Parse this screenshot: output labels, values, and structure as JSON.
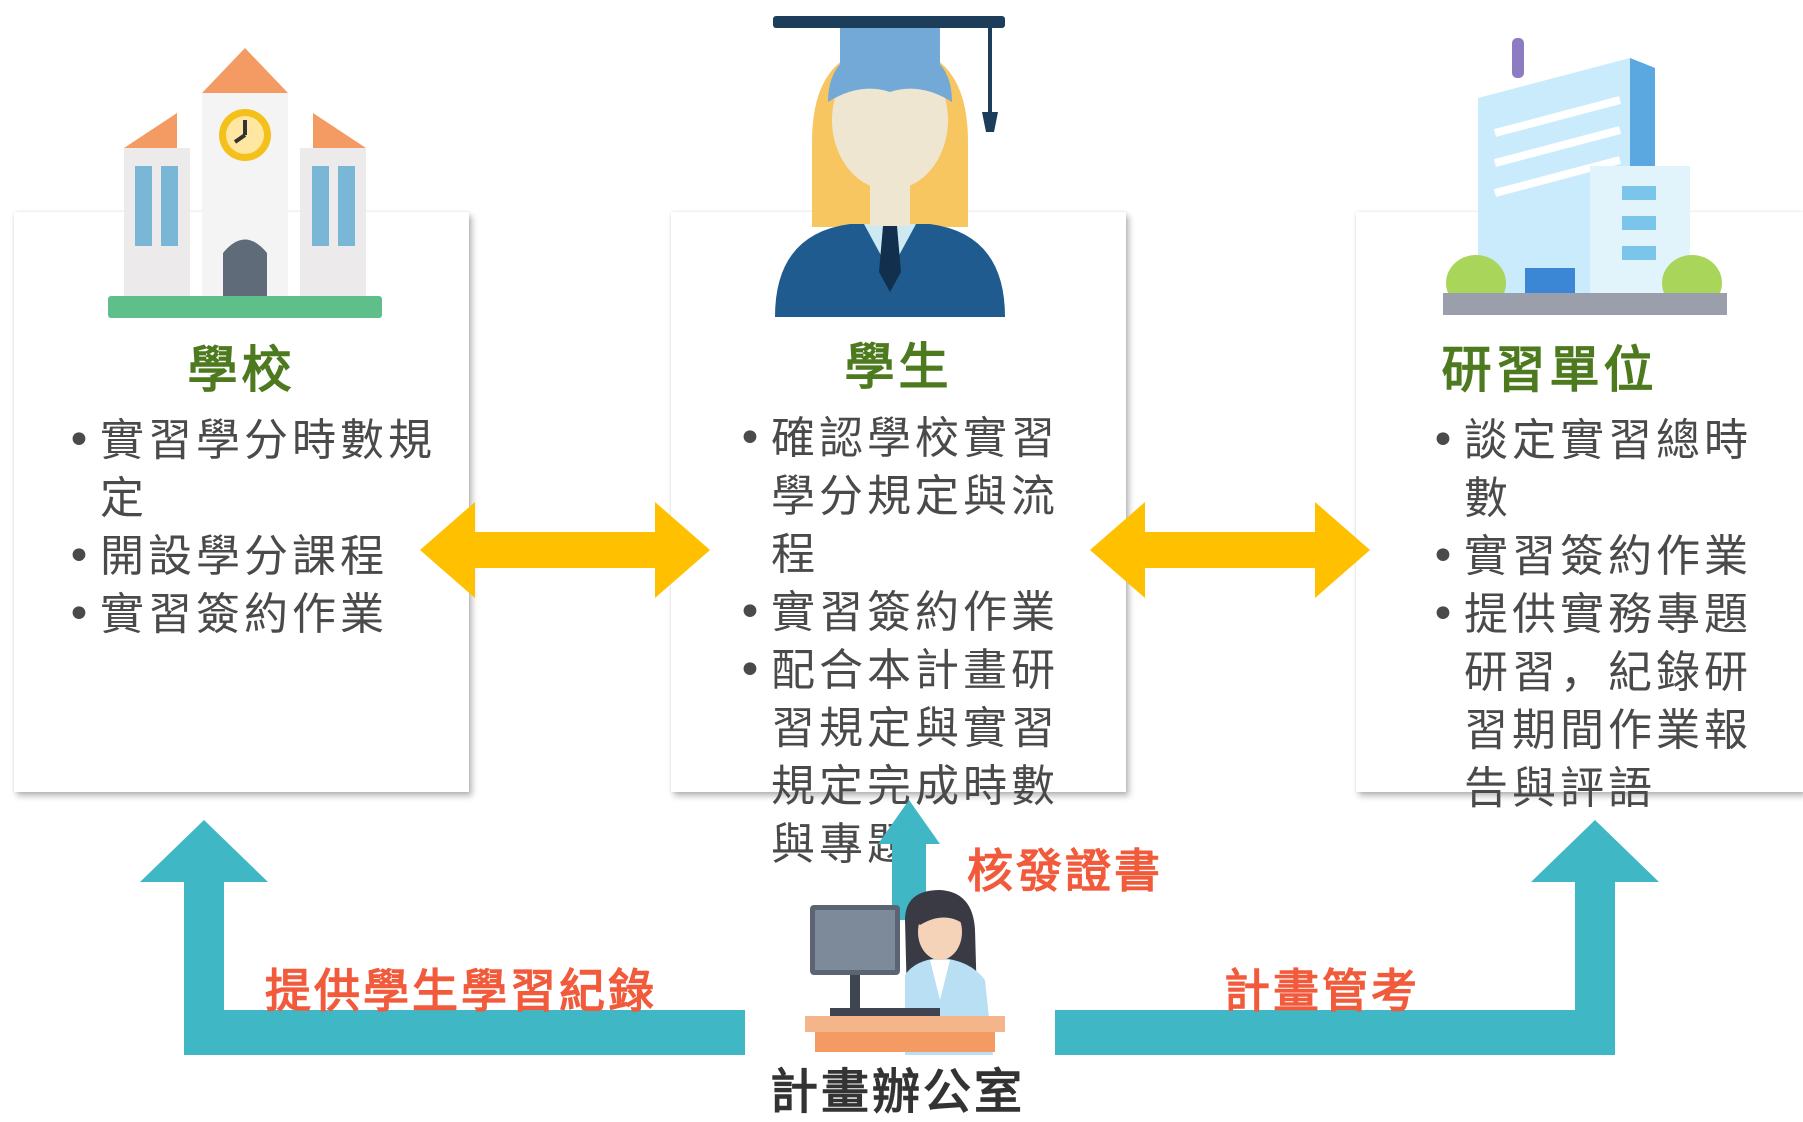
{
  "school": {
    "title": "學校",
    "items": [
      "實習學分時數規定",
      "開設學分課程",
      "實習簽約作業"
    ]
  },
  "student": {
    "title": "學生",
    "items": [
      "確認學校實習學分規定與流程",
      "實習簽約作業",
      "配合本計畫研習規定與實習規定完成時數與專題"
    ]
  },
  "unit": {
    "title": "研習單位",
    "items": [
      "談定實習總時數",
      "實習簽約作業",
      "提供實務專題研習，紀錄研習期間作業報告與評語"
    ]
  },
  "flows": {
    "to_school": "提供學生學習紀錄",
    "to_student": "核發證書",
    "to_unit": "計畫管考"
  },
  "office": {
    "title": "計畫辦公室"
  },
  "colors": {
    "title_green": "#4e7a1f",
    "label_red": "#f25a3c",
    "teal_arrow": "#3fb7c4",
    "gold_arrow": "#ffc000"
  },
  "icons": {
    "school": "school-building-icon",
    "student": "graduate-student-icon",
    "unit": "office-building-icon",
    "office": "office-worker-icon"
  }
}
